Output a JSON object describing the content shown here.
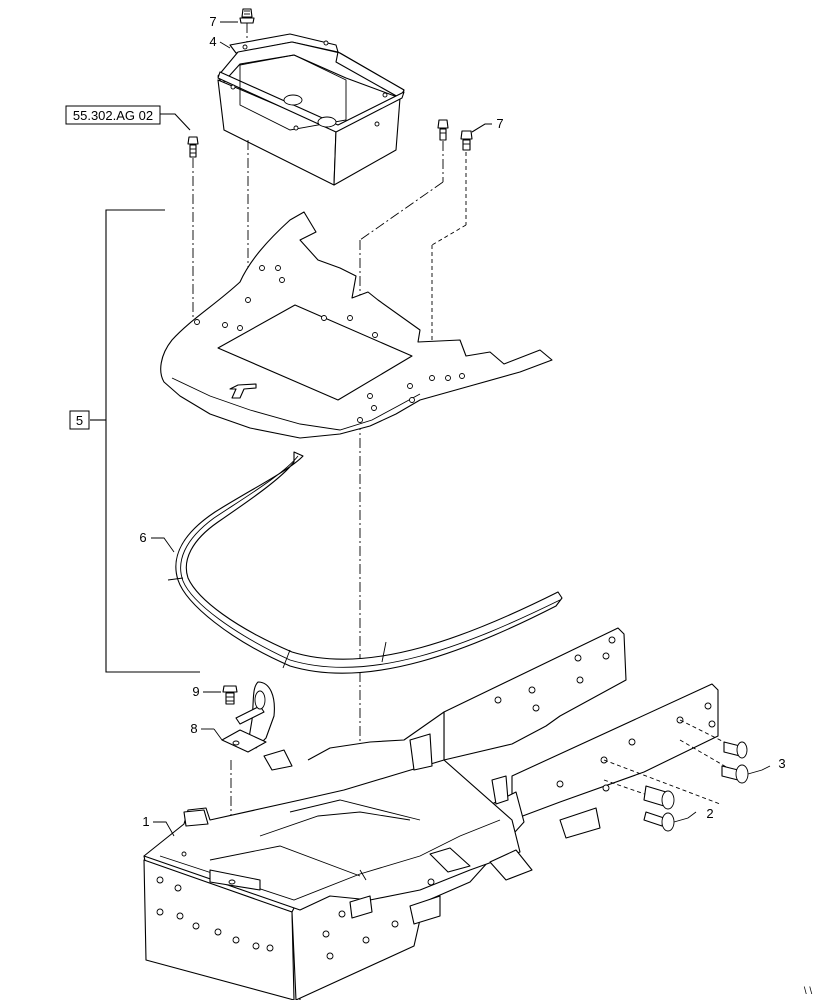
{
  "callouts": {
    "c1": "1",
    "c2": "2",
    "c3": "3",
    "c4": "4",
    "c5": "5",
    "c6": "6",
    "c7a": "7",
    "c7b": "7",
    "c8": "8",
    "c9": "9"
  },
  "reference": "55.302.AG 02",
  "corner_mark": "\\ \\"
}
